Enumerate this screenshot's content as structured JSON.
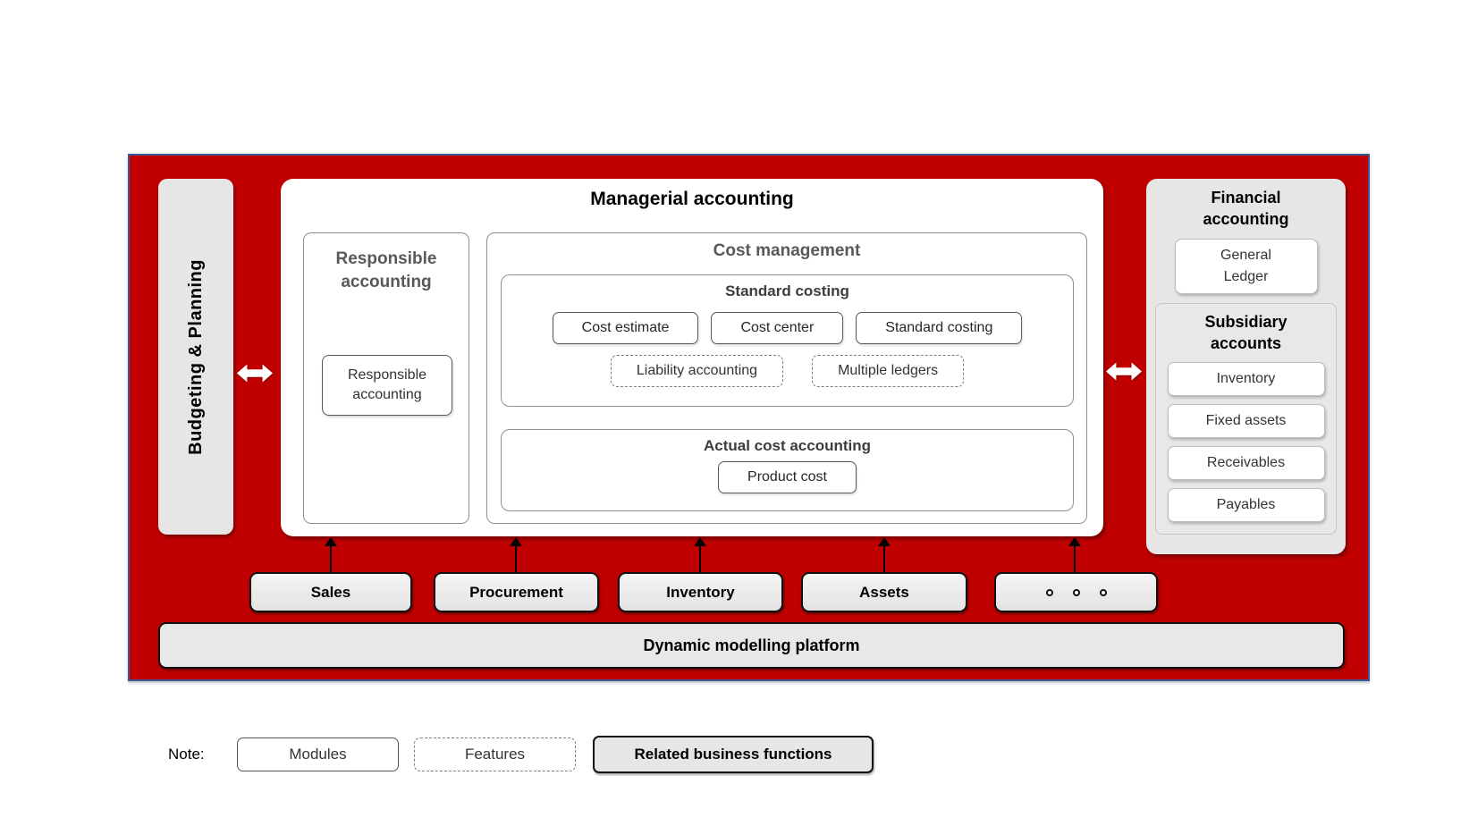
{
  "colors": {
    "red_background": "#C00000",
    "panel_border_blue": "#3A5795",
    "grey_panel": "#E7E6E6"
  },
  "budgeting": {
    "label": "Budgeting & Planning"
  },
  "managerial": {
    "title": "Managerial accounting",
    "responsible": {
      "title": "Responsible accounting",
      "module_label": "Responsible accounting"
    },
    "cost_management": {
      "title": "Cost management",
      "standard_costing": {
        "title": "Standard costing",
        "modules": [
          {
            "label": "Cost estimate"
          },
          {
            "label": "Cost center"
          },
          {
            "label": "Standard costing"
          }
        ],
        "features": [
          {
            "label": "Liability accounting"
          },
          {
            "label": "Multiple ledgers"
          }
        ]
      },
      "actual_cost_accounting": {
        "title": "Actual cost accounting",
        "module_label": "Product cost"
      }
    }
  },
  "financial": {
    "title": "Financial accounting",
    "general_ledger_label": "General Ledger",
    "subsidiary": {
      "title": "Subsidiary accounts",
      "items": [
        {
          "label": "Inventory"
        },
        {
          "label": "Fixed assets"
        },
        {
          "label": "Receivables"
        },
        {
          "label": "Payables"
        }
      ]
    }
  },
  "business_functions": [
    {
      "label": "Sales"
    },
    {
      "label": "Procurement"
    },
    {
      "label": "Inventory"
    },
    {
      "label": "Assets"
    },
    {
      "label": "",
      "type": "ellipsis"
    }
  ],
  "platform": {
    "label": "Dynamic modelling platform"
  },
  "legend": {
    "note_label": "Note:",
    "modules_label": "Modules",
    "features_label": "Features",
    "related_label": "Related business functions"
  }
}
